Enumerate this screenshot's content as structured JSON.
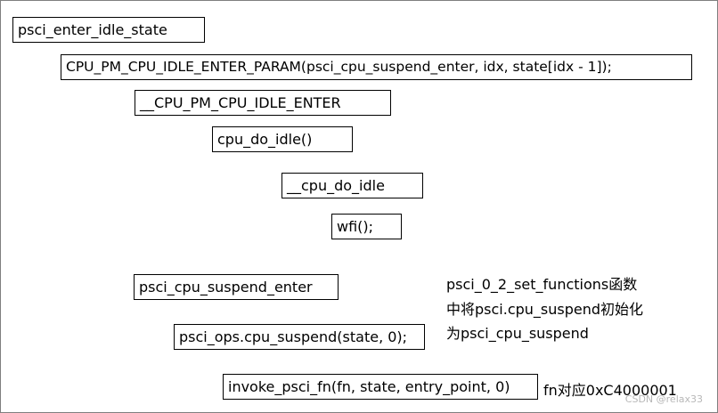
{
  "boxes": {
    "psci_enter_idle_state": "psci_enter_idle_state",
    "cpu_pm_cpu_idle_enter_param": "CPU_PM_CPU_IDLE_ENTER_PARAM(psci_cpu_suspend_enter,  idx, state[idx - 1]);",
    "cpu_pm_cpu_idle_enter": "__CPU_PM_CPU_IDLE_ENTER",
    "cpu_do_idle": "cpu_do_idle()",
    "__cpu_do_idle": "__cpu_do_idle",
    "wfi": "wfi();",
    "psci_cpu_suspend_enter": "psci_cpu_suspend_enter",
    "psci_ops_cpu_suspend": "psci_ops.cpu_suspend(state, 0);",
    "invoke_psci_fn": "invoke_psci_fn(fn, state, entry_point, 0)"
  },
  "notes": {
    "init_note_line1": "psci_0_2_set_functions函数",
    "init_note_line2": "中将psci.cpu_suspend初始化",
    "init_note_line3": "为psci_cpu_suspend",
    "fn_note": "fn对应0xC4000001"
  },
  "watermark": "CSDN @relax33"
}
